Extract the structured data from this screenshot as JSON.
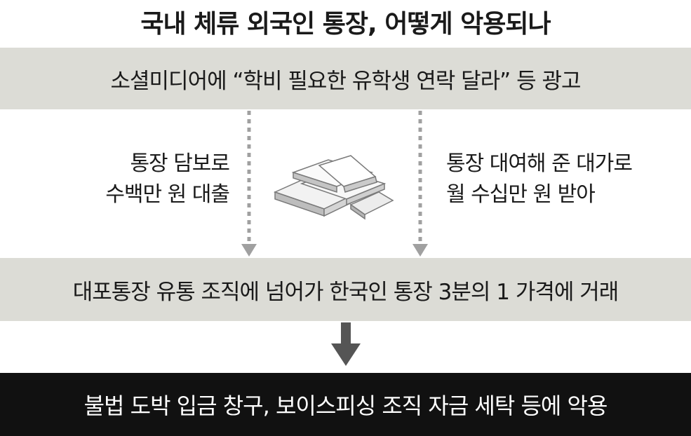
{
  "title": "국내 체류 외국인 통장, 어떻게 악용되나",
  "top_box": "소셜미디어에 “학비 필요한 유학생 연락 달라” 등 광고",
  "left_text": {
    "line1": "통장 담보로",
    "line2": "수백만 원 대출"
  },
  "right_text": {
    "line1": "통장 대여해 준 대가로",
    "line2": "월 수십만 원 받아"
  },
  "middle_box": "대포통장 유통 조직에 넘어가 한국인 통장 3분의 1 가격에 거래",
  "bottom_box": "불법 도박 입금 창구, 보이스피싱 조직 자금 세탁 등에 악용",
  "colors": {
    "band_gray": "#dcdcd6",
    "arrow_gray": "#a0a0a0",
    "bottom_black": "#111111"
  },
  "icons": [
    "bankbook-stack-icon",
    "dotted-arrow-down-icon",
    "arrow-down-icon"
  ]
}
